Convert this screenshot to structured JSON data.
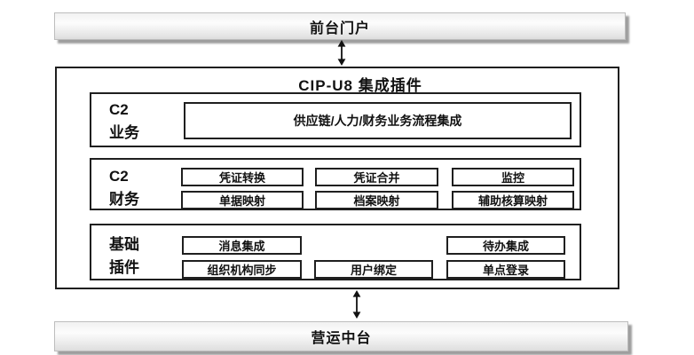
{
  "diagram": {
    "top_bar": {
      "label": "前台门户"
    },
    "plugin_box": {
      "title": "CIP-U8 集成插件",
      "sections": [
        {
          "label_line1": "C2",
          "label_line2": "业务",
          "items": [
            "供应链/人力/财务业务流程集成"
          ]
        },
        {
          "label_line1": "C2",
          "label_line2": "财务",
          "items": [
            "凭证转换",
            "凭证合并",
            "监控",
            "单据映射",
            "档案映射",
            "辅助核算映射"
          ]
        },
        {
          "label_line1": "基础",
          "label_line2": "插件",
          "items": [
            "消息集成",
            "待办集成",
            "组织机构同步",
            "用户绑定",
            "单点登录"
          ]
        }
      ]
    },
    "bottom_bar": {
      "label": "营运中台"
    },
    "colors": {
      "line": "#1f1f1f",
      "bar_border": "#bdbdbd",
      "bar_shadow": "#9e9e9e",
      "bar_fill_top": "#f1f1f1",
      "bar_fill_mid": "#fcfcfc",
      "bar_fill_bottom": "#dedede"
    }
  }
}
